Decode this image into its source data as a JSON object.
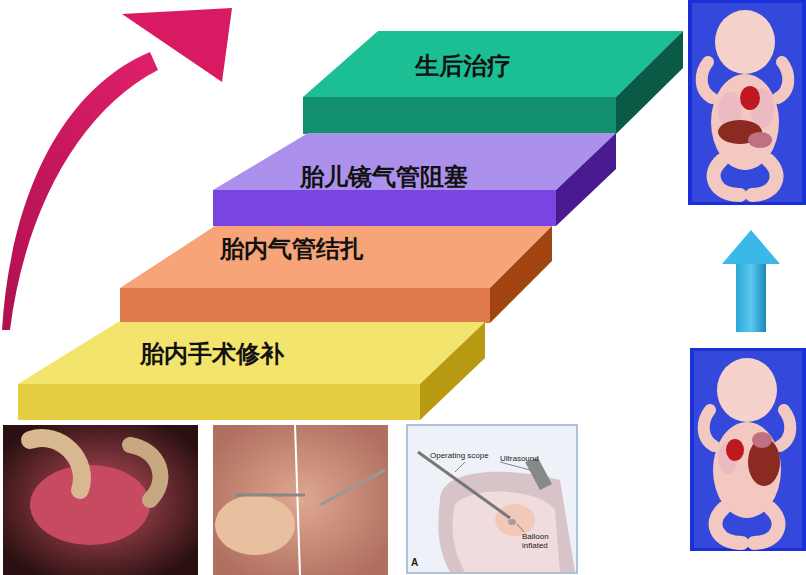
{
  "diagram": {
    "nodes": [
      {
        "text": [
          "生后治疗"
        ]
      },
      {
        "text": [
          "胎儿镜气管阻塞"
        ]
      },
      {
        "text": [
          "胎内气管结扎"
        ]
      },
      {
        "text": [
          "胎内手术修补"
        ]
      }
    ],
    "labels": [
      "Operating scope",
      "Ultrasound",
      "Balloon inflated",
      "A"
    ]
  }
}
